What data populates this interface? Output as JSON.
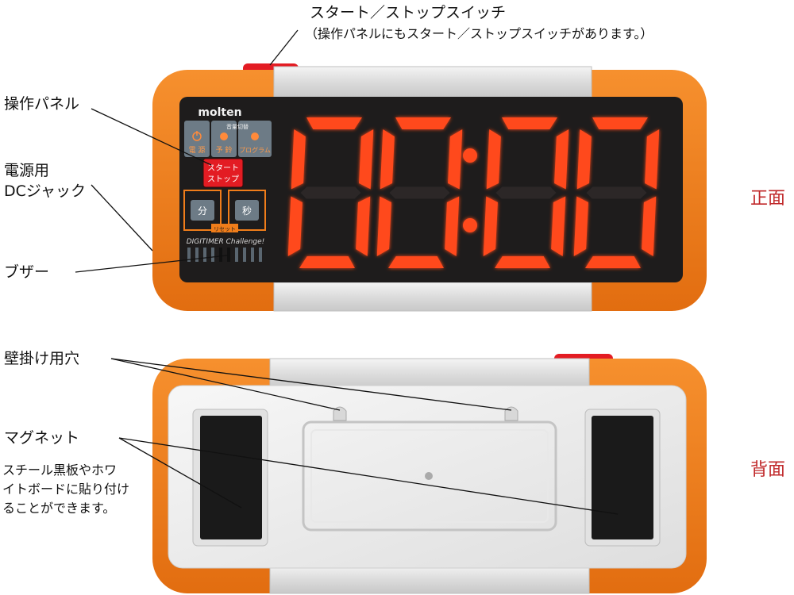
{
  "labels": {
    "start_stop_switch": "スタート／ストップスイッチ",
    "start_stop_note": "（操作パネルにもスタート／ストップスイッチがあります。）",
    "control_panel": "操作パネル",
    "dc_jack_line1": "電源用",
    "dc_jack_line2": "DCジャック",
    "buzzer": "ブザー",
    "wall_hole": "壁掛け用穴",
    "magnet": "マグネット",
    "magnet_note_line1": "スチール黒板やホワ",
    "magnet_note_line2": "イトボードに貼り付け",
    "magnet_note_line3": "ることができます。"
  },
  "views": {
    "front": "正面",
    "back": "背面"
  },
  "device": {
    "brand": "molten",
    "model": "DIGITIMER Challenge!",
    "display": "00:00",
    "panel": {
      "volume": "音量切替",
      "power": "電 源",
      "preset": "予 鈴",
      "program": "プログラム",
      "start_line1": "スタート",
      "start_line2": "ストップ",
      "minute": "分",
      "second": "秒",
      "reset": "リセット"
    }
  },
  "colors": {
    "orange": "#f07d1a",
    "led": "#ff4a1a",
    "start_red": "#e31c23",
    "label_red": "#c0282a"
  }
}
